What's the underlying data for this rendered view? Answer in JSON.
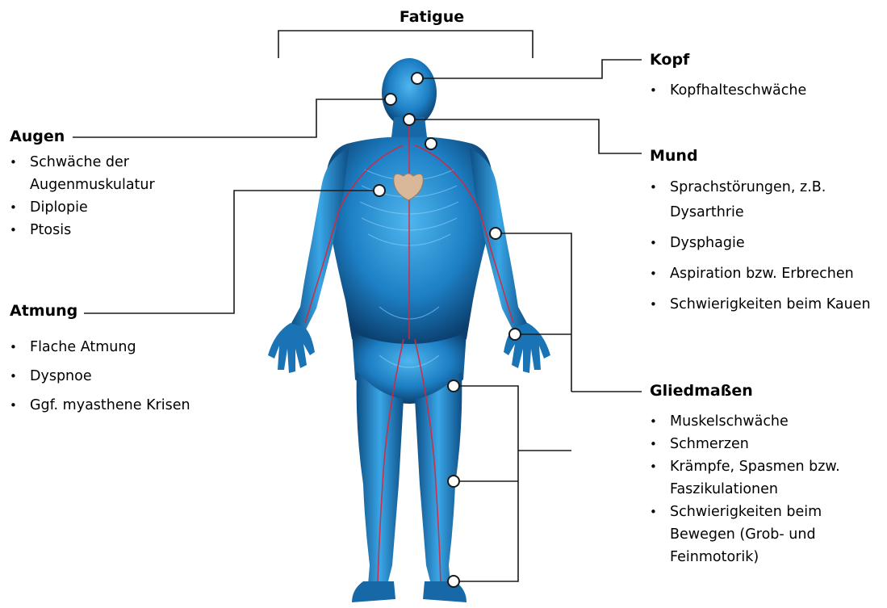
{
  "title": "Fatigue",
  "blocks": {
    "augen": {
      "heading": "Augen",
      "items": [
        "Schwäche der Augenmuskulatur",
        "Diplopie",
        "Ptosis"
      ]
    },
    "atmung": {
      "heading": "Atmung",
      "items": [
        "Flache Atmung",
        "Dyspnoe",
        "Ggf. myasthene Krisen"
      ]
    },
    "kopf": {
      "heading": "Kopf",
      "items": [
        "Kopfhalteschwäche"
      ]
    },
    "mund": {
      "heading": "Mund",
      "items": [
        "Sprachstörungen, z.B. Dysarthrie",
        "Dysphagie",
        "Aspiration bzw. Erbrechen",
        "Schwierigkeiten beim Kauen"
      ]
    },
    "gliedmassen": {
      "heading": "Gliedmaßen",
      "items": [
        "Muskelschwäche",
        "Schmerzen",
        "Krämpfe, Spasmen bzw. Faszikulationen",
        "Schwierigkeiten beim Bewegen (Grob- und Feinmotorik)"
      ]
    }
  },
  "colors": {
    "body": "#1d7fc4",
    "body_dark": "#0b3f6e",
    "vessel": "#d8263b",
    "heart": "#d9b89a",
    "line": "#1a1a1a"
  }
}
